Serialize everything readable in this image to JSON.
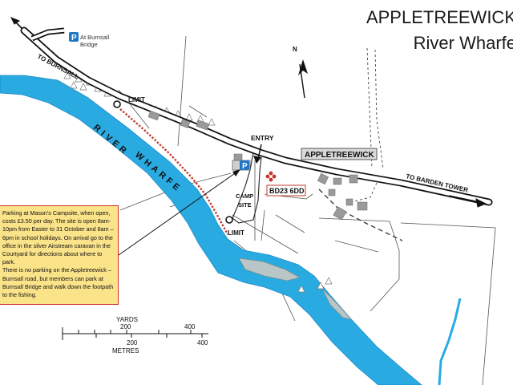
{
  "title": {
    "line1": "APPLETREEWICK",
    "line2": "River Wharfe"
  },
  "labels": {
    "to_burnsall": "TO BURNSALL",
    "parking_burnsall": [
      "At Burnsall",
      "Bridge"
    ],
    "limit_top": "LIMIT",
    "limit_bottom": "LIMIT",
    "entry": "ENTRY",
    "village": "APPLETREEWICK",
    "to_barden_tower": "TO BARDEN TOWER",
    "postcode": "BD23 6DD",
    "camp_site": [
      "CAMP",
      "SITE"
    ],
    "river_name": [
      "RIVER",
      "WHARFE"
    ],
    "parking_letter": "P",
    "north": "N"
  },
  "scale_bar": {
    "top_unit": "YARDS",
    "top_ticks": [
      "200",
      "400"
    ],
    "bottom_unit": "METRES",
    "bottom_ticks": [
      "200",
      "400"
    ]
  },
  "note": {
    "paragraphs": [
      "Parking at Mason's Campsite, when open, costs £3.50 per day. The site is open 8am-10pm from Easter to 31 October and 8am – 6pm in school holidays. On arrival go to the office in the silver Airstream caravan in the Courtyard for directions about where to park.",
      "There is no parking on the Appletreewick – Burnsall road, but members can park at Burnsall Bridge and walk down the footpath to the fishing."
    ]
  },
  "colors": {
    "river": "#29abe2",
    "parking_sign": "#1f77c8",
    "note_bg": "#fbe38a",
    "note_border": "#d1302a",
    "fishing_bank": "#c0392b",
    "buildings": "#9a9a9a"
  }
}
